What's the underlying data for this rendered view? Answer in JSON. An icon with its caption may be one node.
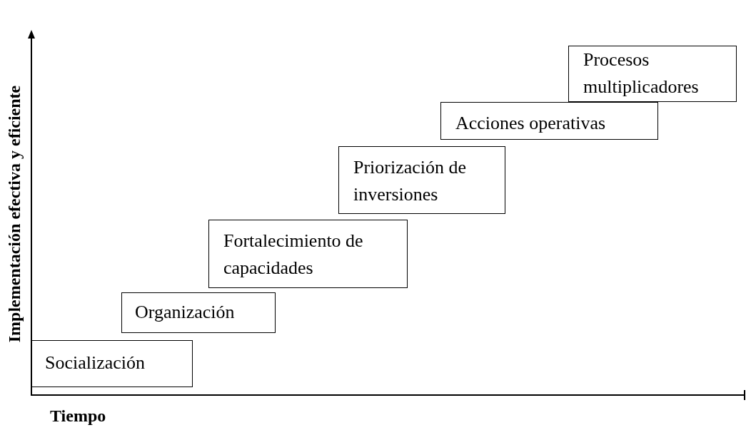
{
  "diagram": {
    "nodes": [
      {
        "text": [
          "Socialización"
        ]
      },
      {
        "text": [
          "Organización"
        ]
      },
      {
        "text": [
          "Fortalecimiento de capacidades"
        ]
      },
      {
        "text": [
          "Priorización de inversiones"
        ]
      },
      {
        "text": [
          "Acciones operativas"
        ]
      },
      {
        "text": [
          "Procesos multiplicadores"
        ]
      }
    ],
    "labels": [
      "Implementación efectiva y eficiente",
      "Tiempo"
    ]
  }
}
